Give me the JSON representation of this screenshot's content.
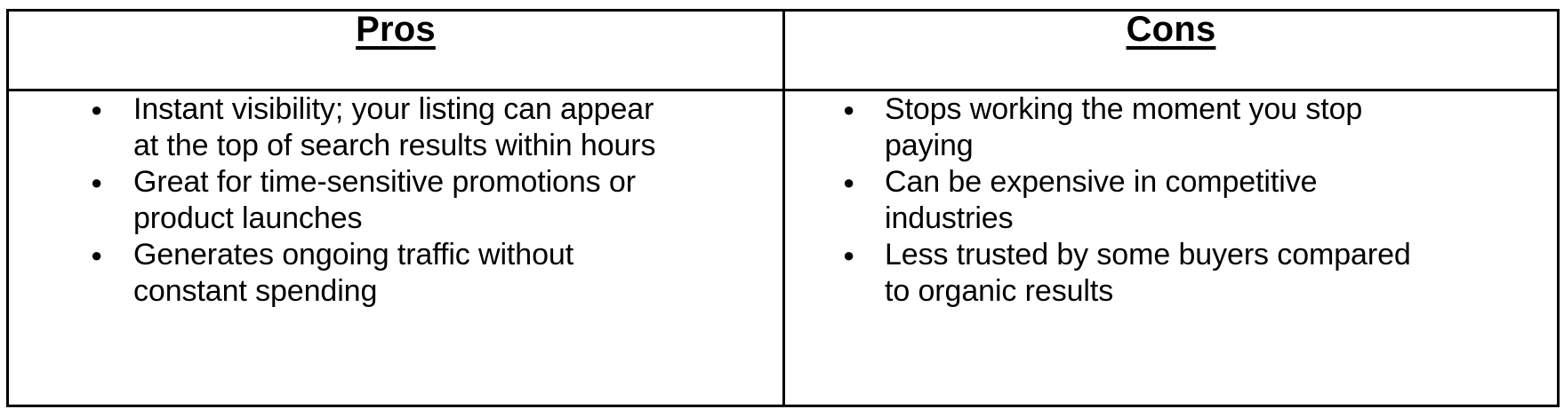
{
  "table": {
    "columns": [
      {
        "key": "pros",
        "header": "Pros",
        "items": [
          "Instant visibility; your listing can appear at the top of search results within hours",
          "Great for time-sensitive promotions or product launches",
          "Generates ongoing traffic without constant spending"
        ]
      },
      {
        "key": "cons",
        "header": "Cons",
        "items": [
          "Stops working the moment you stop paying",
          "Can be expensive in competitive industries",
          "Less trusted by some buyers compared to organic results"
        ]
      }
    ],
    "bullet_glyph": "●",
    "border_color": "#000000",
    "text_color": "#000000",
    "background_color": "#ffffff"
  }
}
